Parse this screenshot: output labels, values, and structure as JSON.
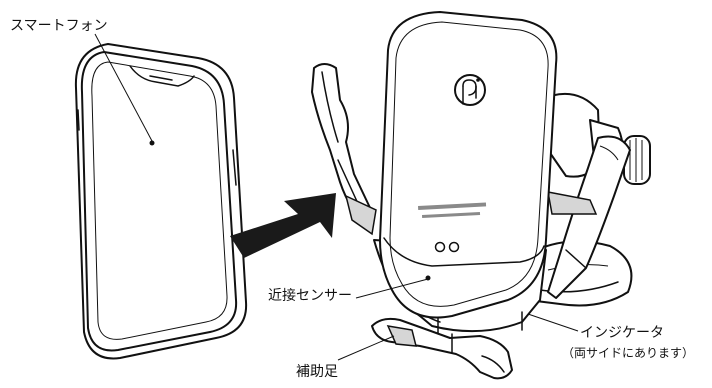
{
  "labels": {
    "smartphone": "スマートフォン",
    "proximity_sensor": "近接センサー",
    "indicator": "インジケータ",
    "indicator_note": "（両サイドにあります）",
    "support_foot": "補助足"
  },
  "icons": {
    "qi_logo": "qi-logo-icon",
    "insert_arrow": "arrow-icon"
  },
  "colors": {
    "line": "#111111",
    "arrow": "#1a1a1a",
    "accent_grey": "#8a8a8a"
  }
}
